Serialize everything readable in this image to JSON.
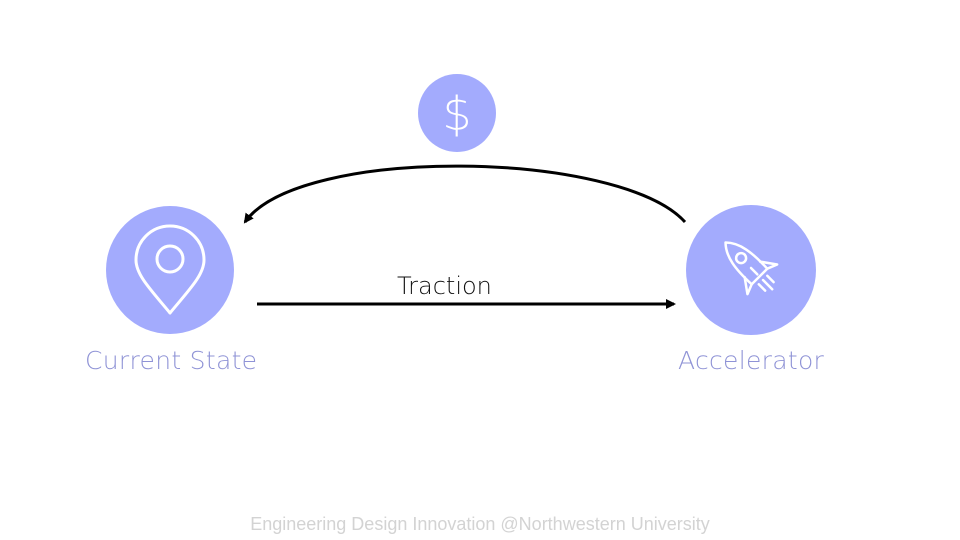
{
  "colors": {
    "node_fill": "#a3abfd",
    "label": "#8f93d6",
    "arrow": "#000000",
    "icon_stroke": "#ffffff",
    "footer": "#d3d3d3"
  },
  "nodes": {
    "current": {
      "label": "Current State",
      "icon": "map-pin-icon"
    },
    "accelerator": {
      "label": "Accelerator",
      "icon": "rocket-icon"
    },
    "funding": {
      "label": "$",
      "icon": "dollar-icon"
    }
  },
  "edges": {
    "forward": {
      "label": "Traction",
      "from": "current",
      "to": "accelerator"
    },
    "back": {
      "label": "",
      "from": "accelerator",
      "to": "current"
    }
  },
  "footer": "Engineering Design Innovation @Northwestern University"
}
